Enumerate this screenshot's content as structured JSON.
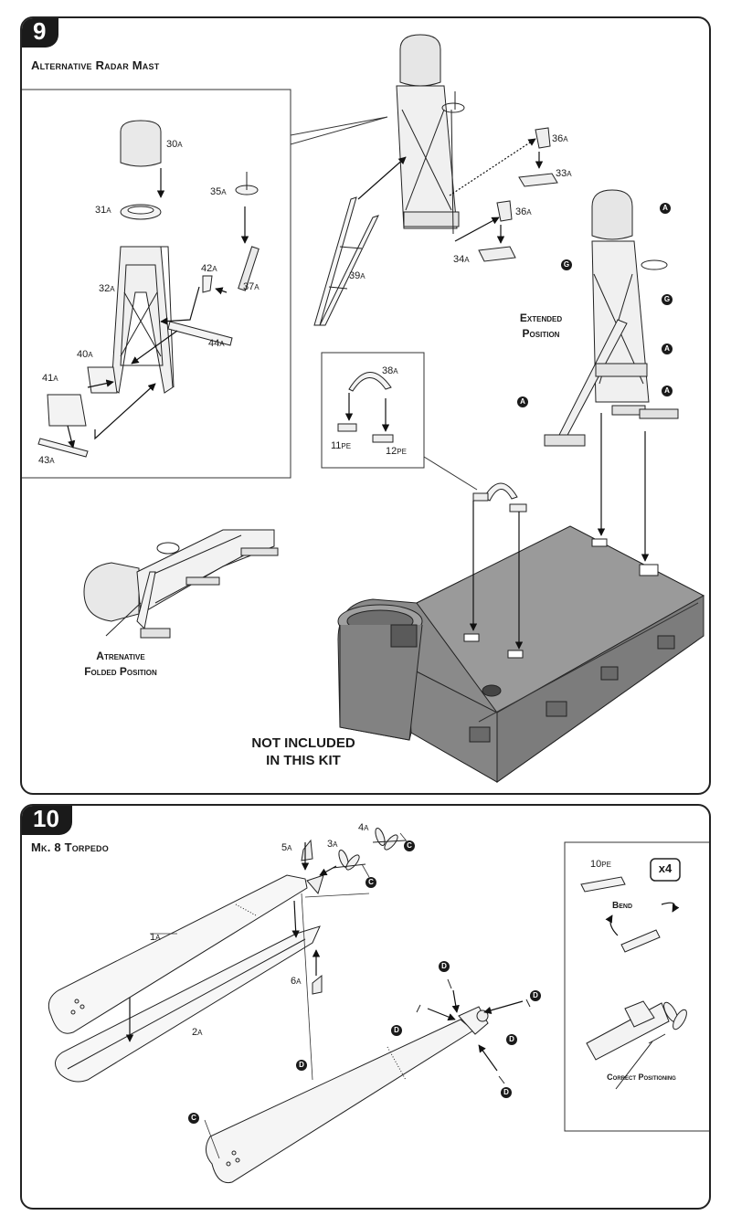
{
  "step9": {
    "number": "9",
    "title": "Alternative Radar Mast",
    "labels": [
      {
        "id": "30",
        "num": "30",
        "suffix": "A"
      },
      {
        "id": "31",
        "num": "31",
        "suffix": "A"
      },
      {
        "id": "32",
        "num": "32",
        "suffix": "A"
      },
      {
        "id": "35",
        "num": "35",
        "suffix": "A"
      },
      {
        "id": "37",
        "num": "37",
        "suffix": "A"
      },
      {
        "id": "42",
        "num": "42",
        "suffix": "A"
      },
      {
        "id": "44",
        "num": "44",
        "suffix": "A"
      },
      {
        "id": "40",
        "num": "40",
        "suffix": "A"
      },
      {
        "id": "41",
        "num": "41",
        "suffix": "A"
      },
      {
        "id": "43",
        "num": "43",
        "suffix": "A"
      },
      {
        "id": "39",
        "num": "39",
        "suffix": "A"
      },
      {
        "id": "36a",
        "num": "36",
        "suffix": "A"
      },
      {
        "id": "33",
        "num": "33",
        "suffix": "A"
      },
      {
        "id": "36b",
        "num": "36",
        "suffix": "A"
      },
      {
        "id": "34",
        "num": "34",
        "suffix": "A"
      },
      {
        "id": "38",
        "num": "38",
        "suffix": "A"
      },
      {
        "id": "11",
        "num": "11",
        "suffix": "PE"
      },
      {
        "id": "12",
        "num": "12",
        "suffix": "PE"
      }
    ],
    "callouts": [
      "A",
      "G",
      "G",
      "A",
      "A",
      "A"
    ],
    "extended_caption": [
      "Extended",
      "Position"
    ],
    "folded_caption": [
      "Atrenative",
      "Folded Position"
    ],
    "notice": [
      "NOT INCLUDED",
      "IN THIS KIT"
    ]
  },
  "step10": {
    "number": "10",
    "title": "Mk. 8 Torpedo",
    "labels": [
      {
        "id": "5",
        "num": "5",
        "suffix": "A"
      },
      {
        "id": "4",
        "num": "4",
        "suffix": "A"
      },
      {
        "id": "3",
        "num": "3",
        "suffix": "A"
      },
      {
        "id": "1",
        "num": "1",
        "suffix": "A"
      },
      {
        "id": "6",
        "num": "6",
        "suffix": "A"
      },
      {
        "id": "2",
        "num": "2",
        "suffix": "A"
      },
      {
        "id": "10",
        "num": "10",
        "suffix": "PE"
      }
    ],
    "callouts": [
      "C",
      "C",
      "D",
      "D",
      "D",
      "D",
      "D",
      "D",
      "C"
    ],
    "multiplier": "x4",
    "bend_label": "Bend",
    "correct_label": "Correct Positioning"
  }
}
